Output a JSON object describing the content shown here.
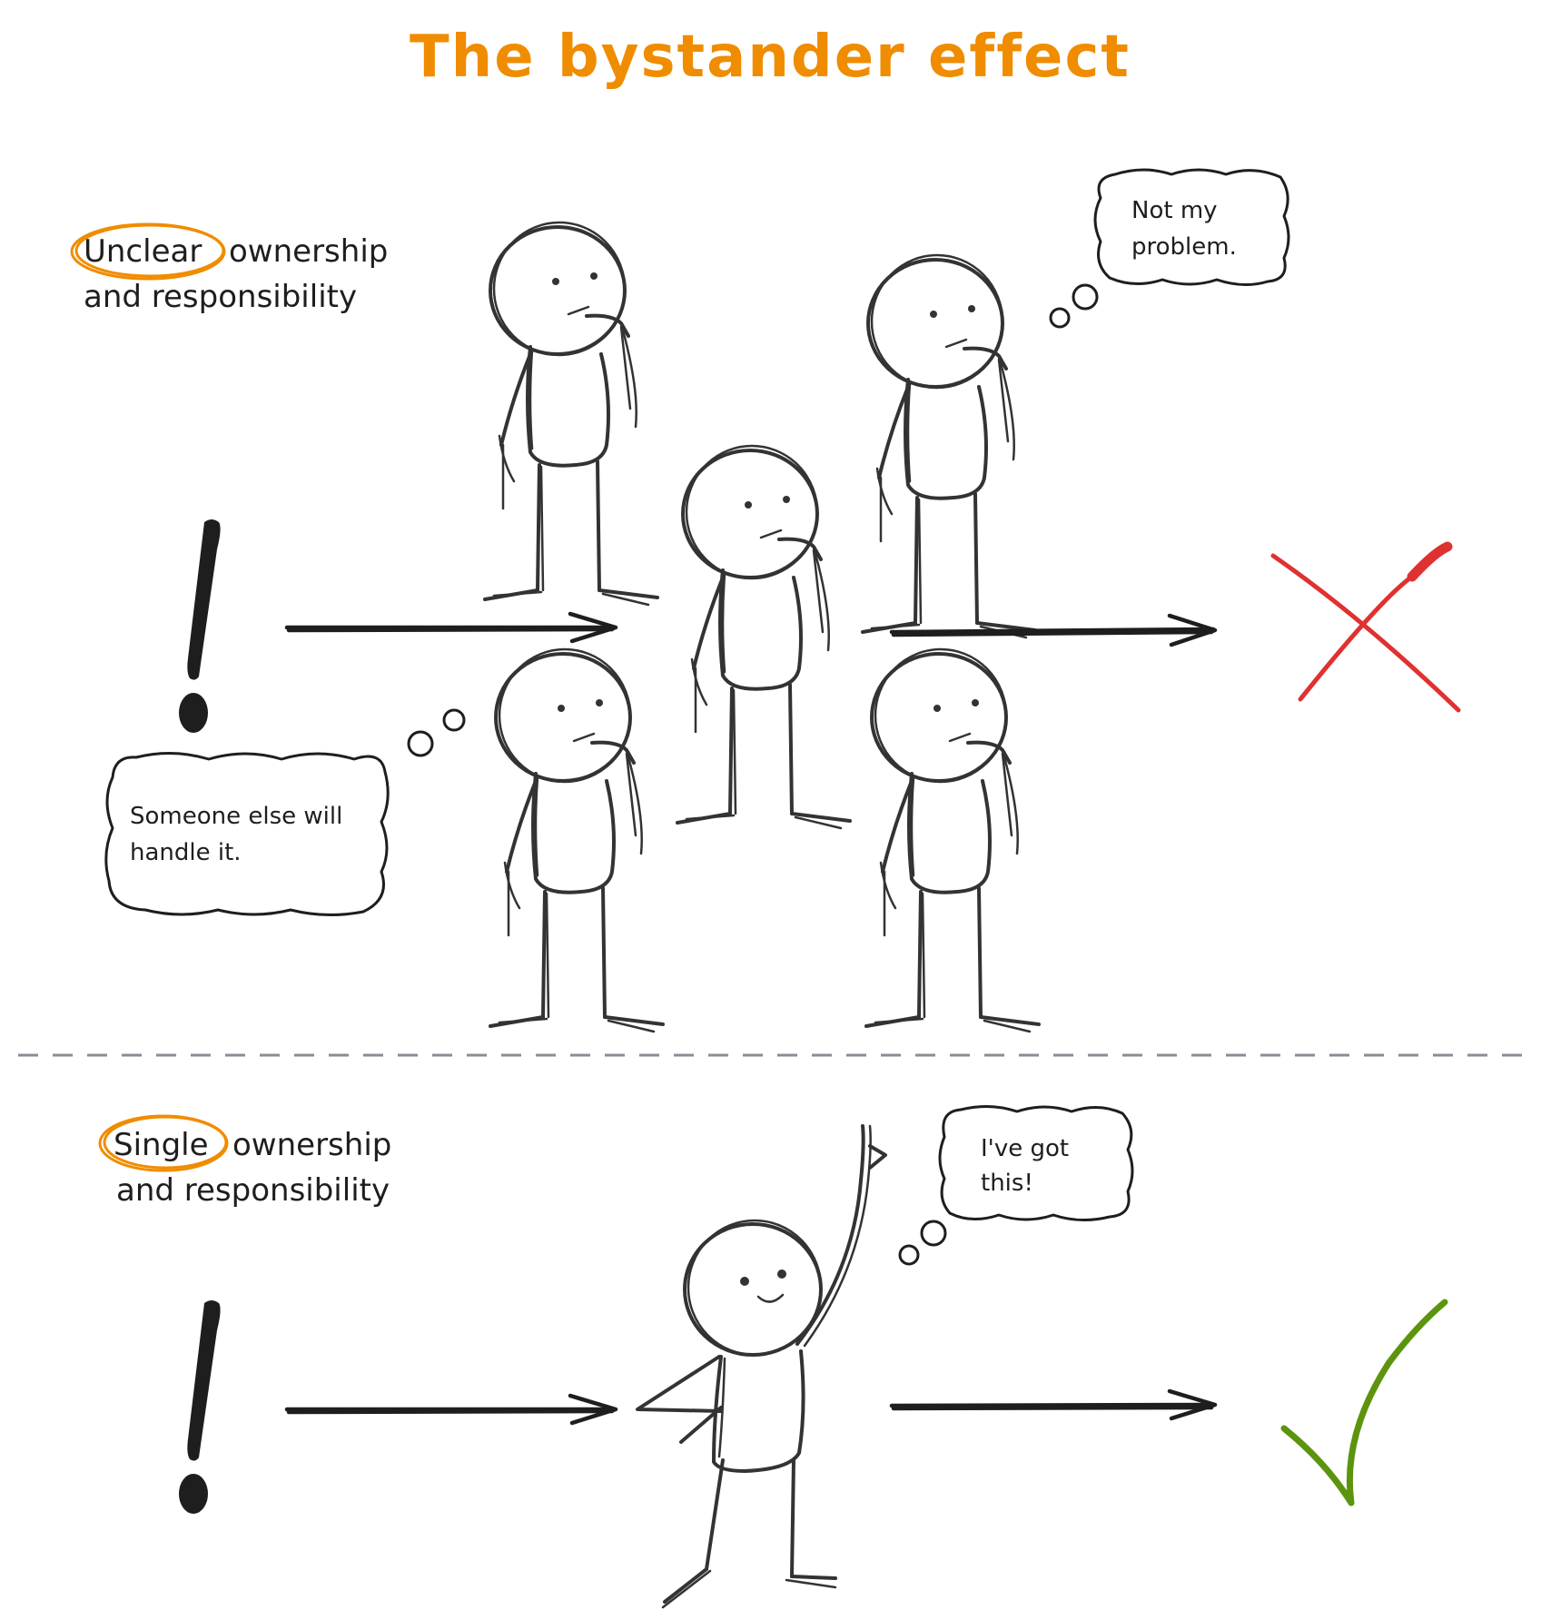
{
  "title": "The bystander effect",
  "colors": {
    "title": "#f08c00",
    "highlight_circle": "#f08c00",
    "ink": "#1e1e1e",
    "figure_stroke": "#333333",
    "divider": "#868e96",
    "fail_mark": "#e03131",
    "success_mark": "#5c940d"
  },
  "top_scenario": {
    "label_highlight": "Unclear",
    "label_rest_line1": "ownership",
    "label_line2": "and responsibility",
    "trigger_icon": "exclamation-icon",
    "bystander_count": 5,
    "bubbles": [
      {
        "line1": "Not my",
        "line2": "problem."
      },
      {
        "line1": "Someone else will",
        "line2": "handle it."
      }
    ],
    "outcome_icon": "red-x-icon"
  },
  "bottom_scenario": {
    "label_highlight": "Single",
    "label_rest_line1": "ownership",
    "label_line2": "and responsibility",
    "trigger_icon": "exclamation-icon",
    "owner_count": 1,
    "bubbles": [
      {
        "line1": "I've got",
        "line2": "this!"
      }
    ],
    "outcome_icon": "green-check-icon"
  }
}
